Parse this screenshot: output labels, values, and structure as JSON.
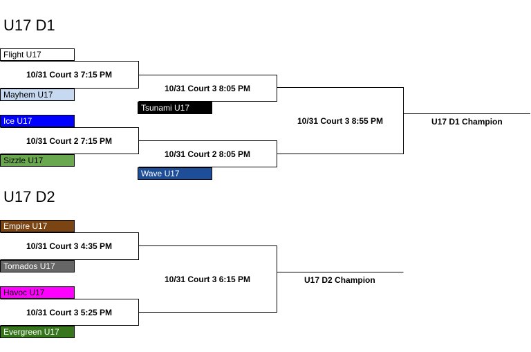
{
  "d1": {
    "title": "U17 D1",
    "teams": [
      {
        "name": "Flight U17",
        "bg": "#ffffff",
        "fg": "#000000"
      },
      {
        "name": "Mayhem U17",
        "bg": "#c6d9f1",
        "fg": "#000000"
      },
      {
        "name": "Ice U17",
        "bg": "#0000ff",
        "fg": "#ffffff"
      },
      {
        "name": "Sizzle U17",
        "bg": "#6aa84f",
        "fg": "#000000"
      }
    ],
    "bye_teams": [
      {
        "name": "Tsunami U17",
        "bg": "#000000",
        "fg": "#ffffff"
      },
      {
        "name": "Wave U17",
        "bg": "#1f4e99",
        "fg": "#ffffff"
      }
    ],
    "games": [
      "10/31 Court 3 7:15 PM",
      "10/31 Court 2 7:15 PM",
      "10/31 Court 3 8:05 PM",
      "10/31 Court 2 8:05 PM",
      "10/31 Court 3 8:55 PM"
    ],
    "champion": "U17 D1 Champion"
  },
  "d2": {
    "title": "U17 D2",
    "teams": [
      {
        "name": "Empire U17",
        "bg": "#7b4513",
        "fg": "#ffffff"
      },
      {
        "name": "Tornados U17",
        "bg": "#666666",
        "fg": "#ffffff"
      },
      {
        "name": "Havoc U17",
        "bg": "#ff00ff",
        "fg": "#000000"
      },
      {
        "name": "Evergreen U17",
        "bg": "#38761d",
        "fg": "#ffffff"
      }
    ],
    "games": [
      "10/31 Court 3 4:35 PM",
      "10/31 Court 3 5:25 PM",
      "10/31 Court 3 6:15 PM"
    ],
    "champion": "U17 D2 Champion"
  }
}
